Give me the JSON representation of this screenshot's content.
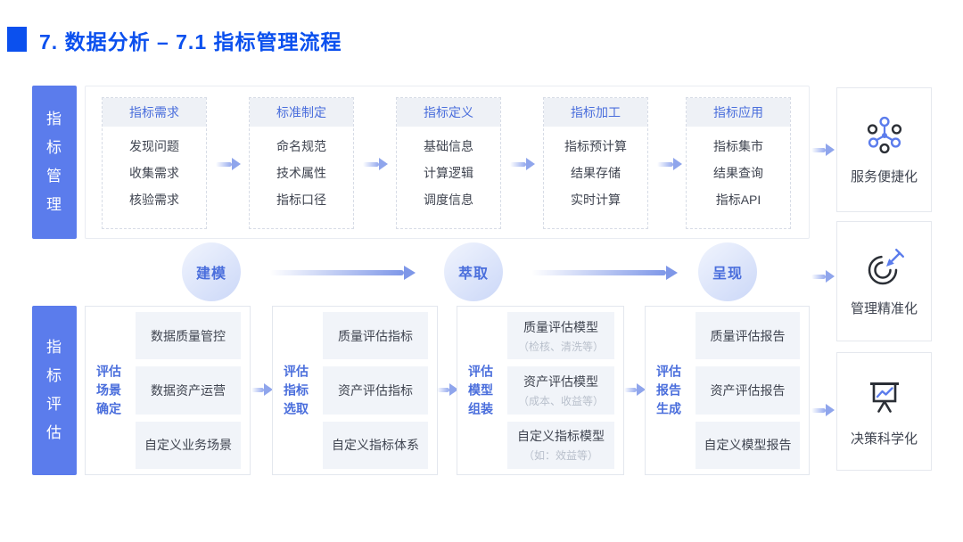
{
  "title": "7. 数据分析 – 7.1 指标管理流程",
  "management": {
    "label": "指\n标\n管\n理",
    "stages": [
      {
        "header": "指标需求",
        "items": [
          "发现问题",
          "收集需求",
          "核验需求"
        ]
      },
      {
        "header": "标准制定",
        "items": [
          "命名规范",
          "技术属性",
          "指标口径"
        ]
      },
      {
        "header": "指标定义",
        "items": [
          "基础信息",
          "计算逻辑",
          "调度信息"
        ]
      },
      {
        "header": "指标加工",
        "items": [
          "指标预计算",
          "结果存储",
          "实时计算"
        ]
      },
      {
        "header": "指标应用",
        "items": [
          "指标集市",
          "结果查询",
          "指标API"
        ]
      }
    ]
  },
  "process_steps": [
    "建模",
    "萃取",
    "呈现"
  ],
  "evaluation": {
    "label": "指\n标\n评\n估",
    "groups": [
      {
        "label": "评估\n场景\n确定",
        "items": [
          {
            "title": "数据质量管控"
          },
          {
            "title": "数据资产运营"
          },
          {
            "title": "自定义业务场景"
          }
        ]
      },
      {
        "label": "评估\n指标\n选取",
        "items": [
          {
            "title": "质量评估指标"
          },
          {
            "title": "资产评估指标"
          },
          {
            "title": "自定义指标体系"
          }
        ]
      },
      {
        "label": "评估\n模型\n组装",
        "items": [
          {
            "title": "质量评估模型",
            "sub": "（检核、清洗等）"
          },
          {
            "title": "资产评估模型",
            "sub": "（成本、收益等）"
          },
          {
            "title": "自定义指标模型",
            "sub": "（如：效益等）"
          }
        ]
      },
      {
        "label": "评估\n报告\n生成",
        "items": [
          {
            "title": "质量评估报告"
          },
          {
            "title": "资产评估报告"
          },
          {
            "title": "自定义模型报告"
          }
        ]
      }
    ]
  },
  "outcomes": [
    {
      "icon": "network-nodes-icon",
      "label": "服务便捷化"
    },
    {
      "icon": "target-dart-icon",
      "label": "管理精准化"
    },
    {
      "icon": "presentation-chart-icon",
      "label": "决策科学化"
    }
  ],
  "colors": {
    "accent": "#0b50ee",
    "bar_blue": "#5b7cec",
    "stage_text_blue": "#4a6edc",
    "item_text": "#3f4450",
    "sub_text": "#b9c0cc",
    "arrow_blue": "#8fa5ec"
  }
}
